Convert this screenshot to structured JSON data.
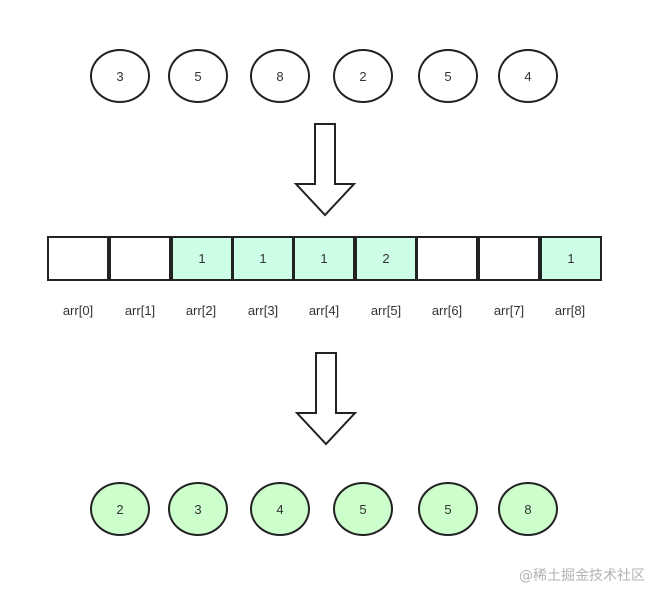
{
  "input_row": {
    "values": [
      "3",
      "5",
      "8",
      "2",
      "5",
      "4"
    ]
  },
  "count_array": {
    "cells": [
      "",
      "",
      "1",
      "1",
      "1",
      "2",
      "",
      "",
      "1"
    ],
    "indices": [
      "arr[0]",
      "arr[1]",
      "arr[2]",
      "arr[3]",
      "arr[4]",
      "arr[5]",
      "arr[6]",
      "arr[7]",
      "arr[8]"
    ],
    "fill_color": "#ccffe6"
  },
  "output_row": {
    "values": [
      "2",
      "3",
      "4",
      "5",
      "5",
      "8"
    ],
    "fill_color": "#ccffcc"
  },
  "watermark": "@稀土掘金技术社区"
}
